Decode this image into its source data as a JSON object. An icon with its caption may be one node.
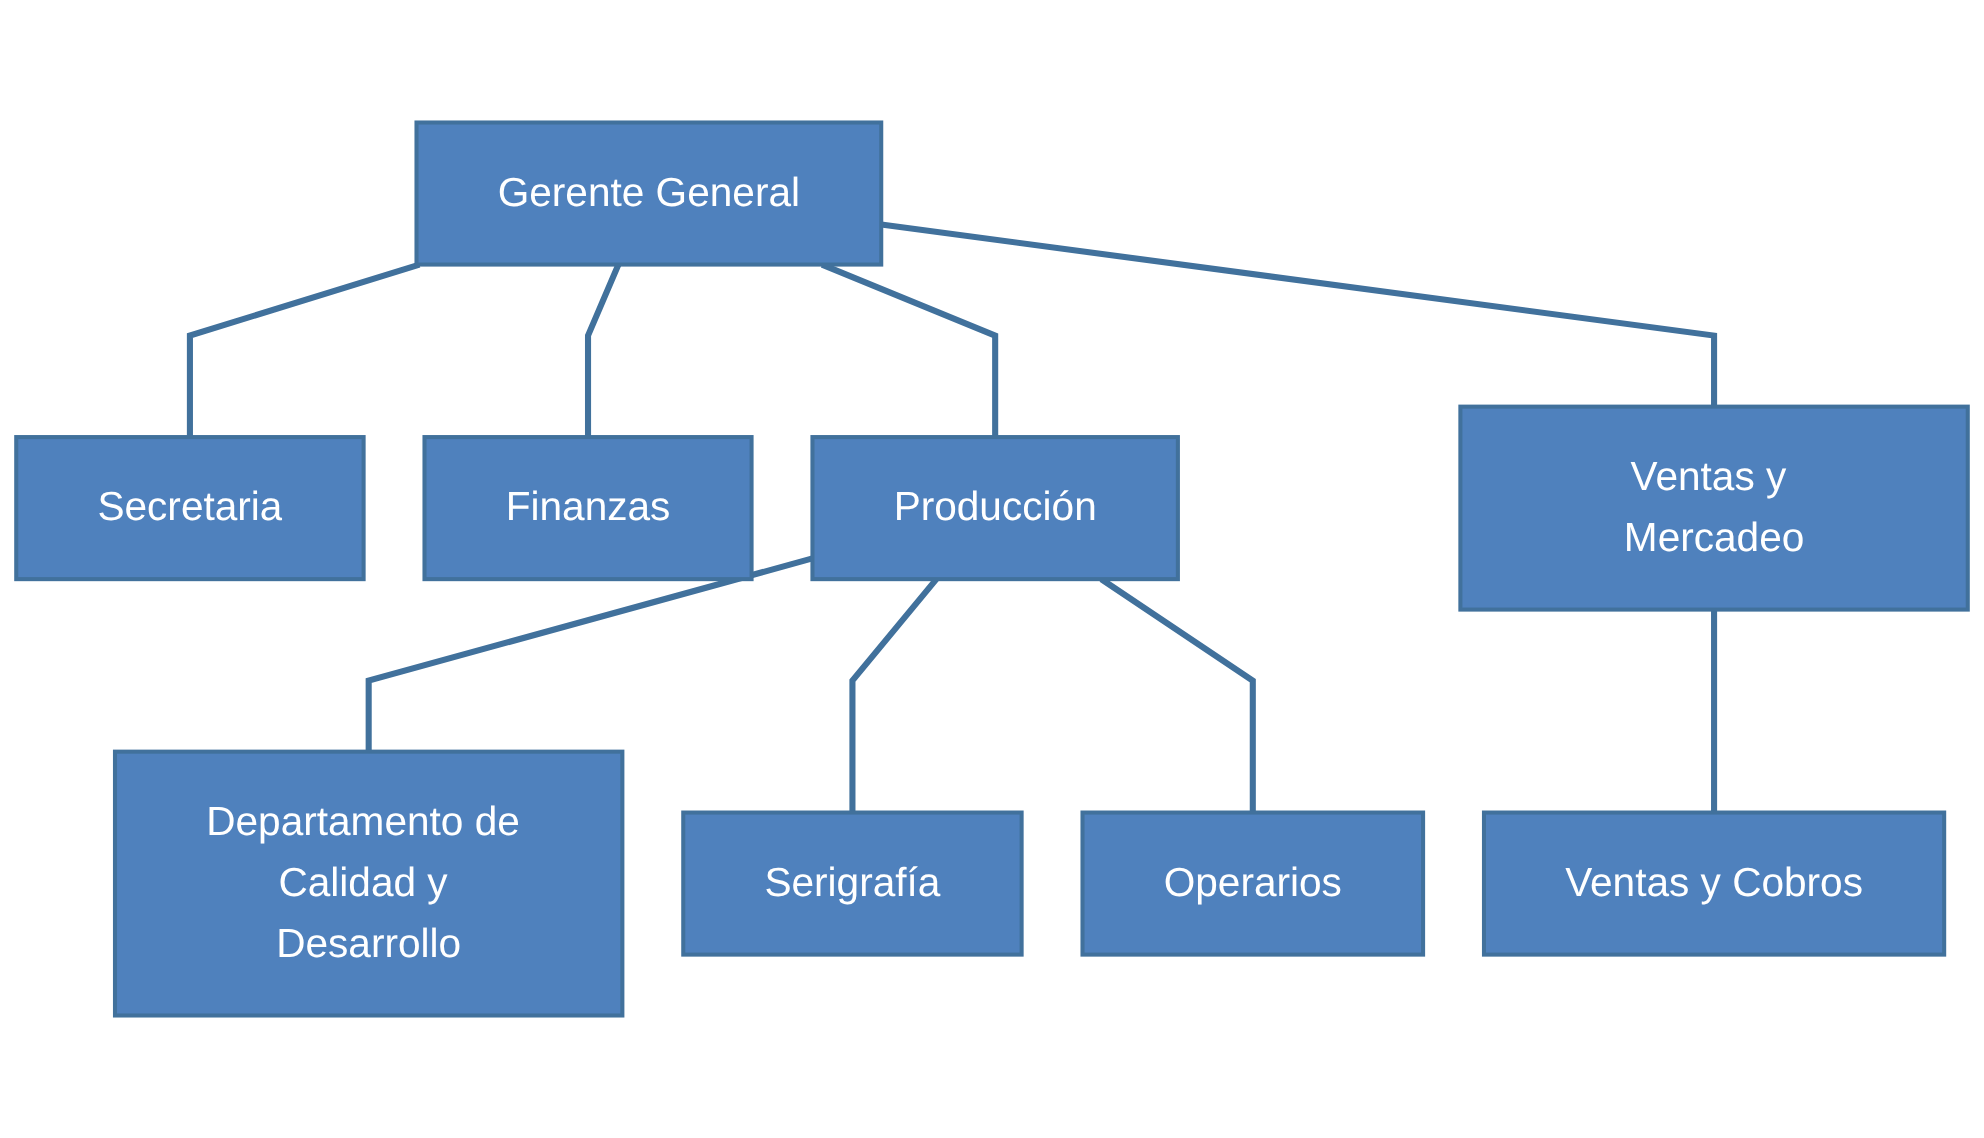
{
  "diagram": {
    "nodes": [
      {
        "text": [
          "Gerente General"
        ]
      },
      {
        "text": [
          "Secretaria"
        ]
      },
      {
        "text": [
          "Finanzas"
        ]
      },
      {
        "text": [
          "Producción"
        ]
      },
      {
        "text": [
          "Ventas y Mercadeo"
        ]
      },
      {
        "text": [
          "Departamento de Calidad y Desarrollo"
        ]
      },
      {
        "text": [
          "Serigrafía"
        ]
      },
      {
        "text": [
          "Operarios"
        ]
      },
      {
        "text": [
          "Ventas y Cobros"
        ]
      }
    ],
    "edges": [
      {
        "from": 0,
        "to": 1,
        "arrow": "none"
      },
      {
        "from": 0,
        "to": 2,
        "arrow": "none"
      },
      {
        "from": 0,
        "to": 3,
        "arrow": "none"
      },
      {
        "from": 0,
        "to": 4,
        "arrow": "none"
      },
      {
        "from": 3,
        "to": 5,
        "arrow": "none"
      },
      {
        "from": 3,
        "to": 6,
        "arrow": "none"
      },
      {
        "from": 3,
        "to": 7,
        "arrow": "none"
      },
      {
        "from": 4,
        "to": 8,
        "arrow": "none"
      }
    ]
  }
}
